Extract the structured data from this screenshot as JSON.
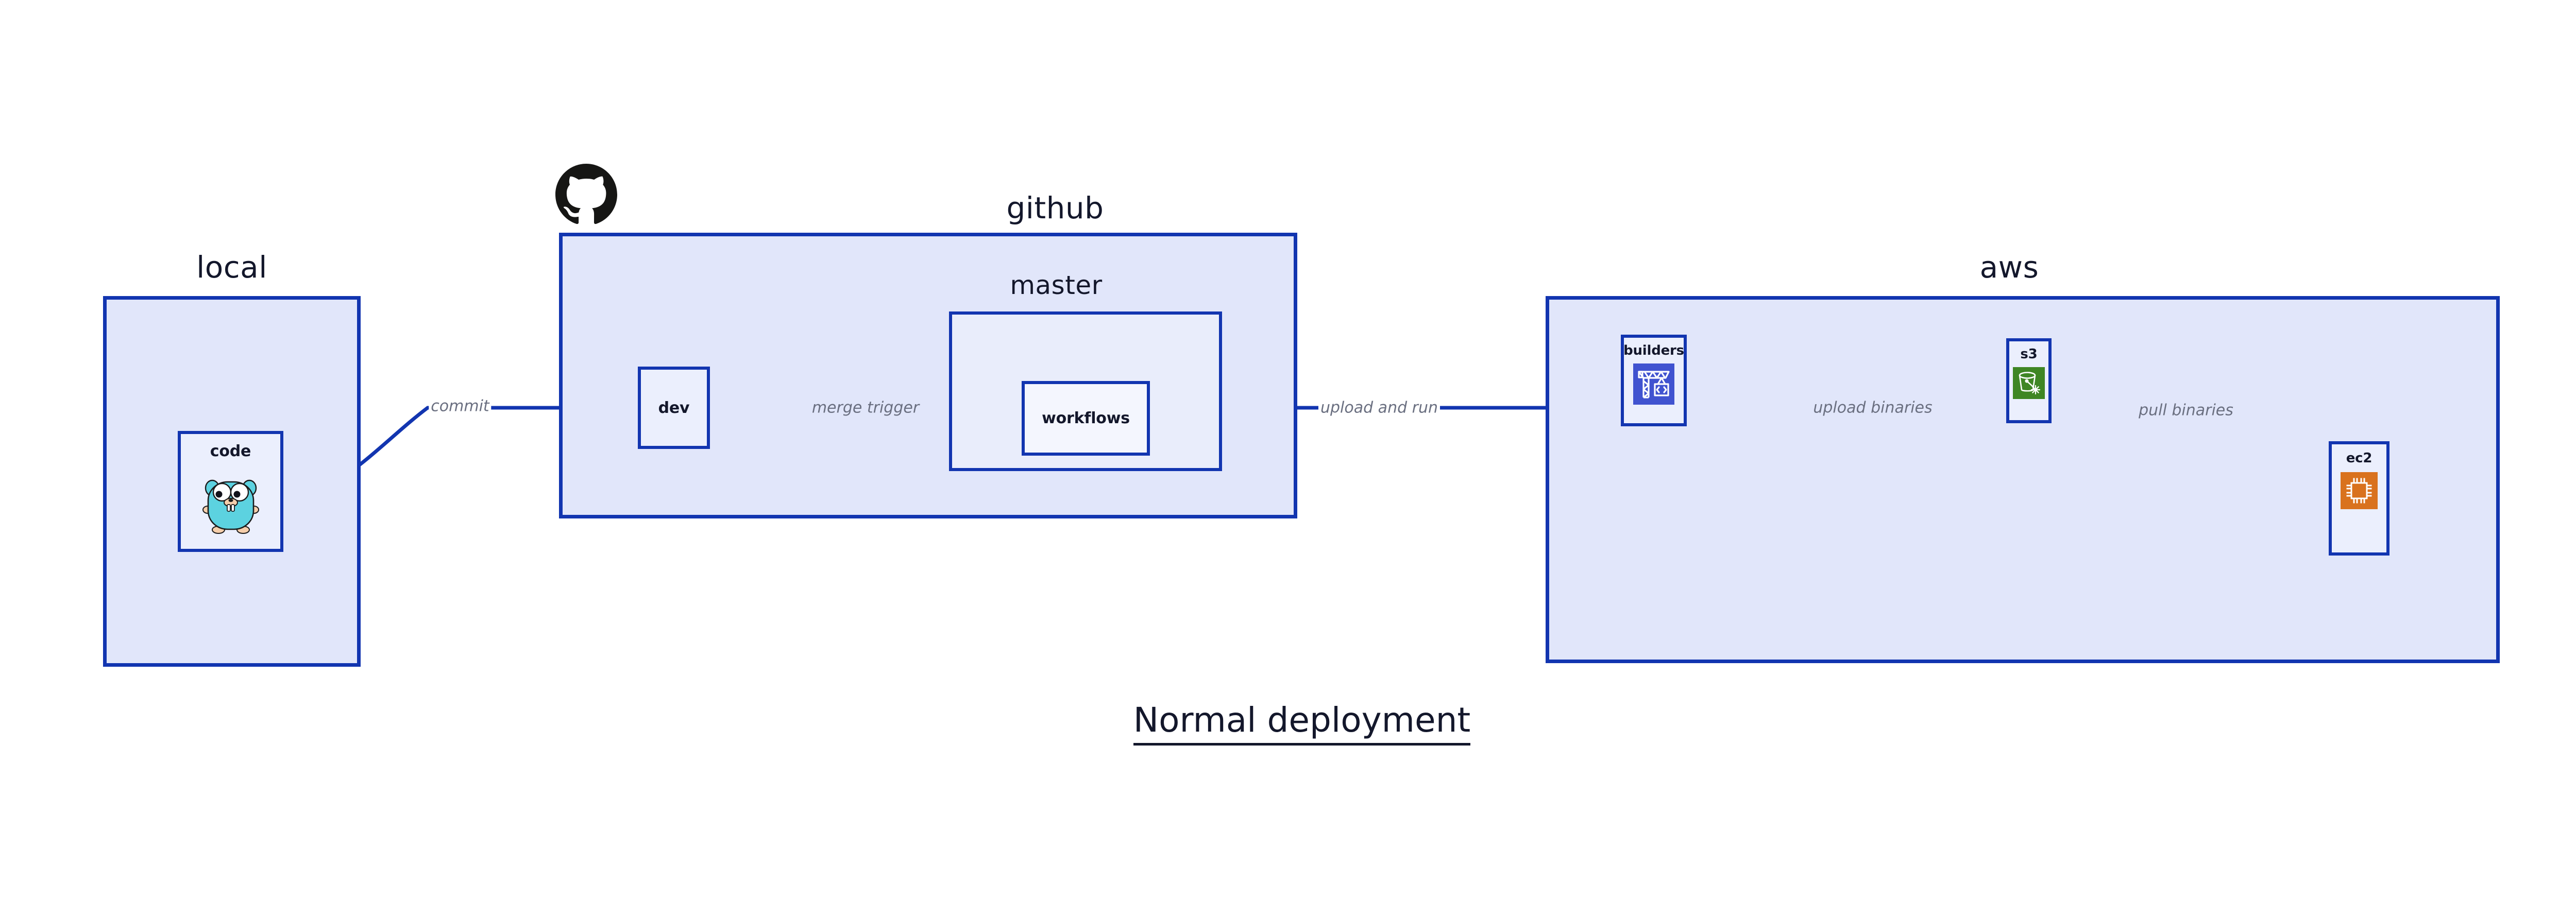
{
  "diagram": {
    "caption": "Normal deployment",
    "accent_color": "#1235b0",
    "group_fill": "#e1e6fa",
    "subgroup_fill": "#e9edfb",
    "node_fill": "#ebeffd",
    "node_fill_plain": "#f4f6fe",
    "label_color": "#6a6f80",
    "text_color": "#13172b"
  },
  "groups": [
    {
      "id": "local",
      "label": "local"
    },
    {
      "id": "github",
      "label": "github"
    },
    {
      "id": "aws",
      "label": "aws"
    }
  ],
  "subgroups": [
    {
      "id": "master",
      "label": "master",
      "parent": "github"
    }
  ],
  "nodes": [
    {
      "id": "code",
      "label": "code",
      "parent": "local",
      "icon": "go-gopher-icon",
      "icon_color": "#5cd2e0"
    },
    {
      "id": "dev",
      "label": "dev",
      "parent": "github",
      "icon": "none"
    },
    {
      "id": "workflows",
      "label": "workflows",
      "parent": "master",
      "icon": "none"
    },
    {
      "id": "builders",
      "label": "builders",
      "parent": "aws",
      "icon": "aws-codebuild-crane-icon",
      "icon_color": "#4053d0"
    },
    {
      "id": "s3",
      "label": "s3",
      "parent": "aws",
      "icon": "aws-s3-glacier-bucket-icon",
      "icon_color": "#3f8624"
    },
    {
      "id": "ec2",
      "label": "ec2",
      "parent": "aws",
      "icon": "aws-ec2-chip-icon",
      "icon_color": "#d9721e"
    }
  ],
  "edges": [
    {
      "id": "commit",
      "from": "code",
      "to": "dev",
      "label": "commit"
    },
    {
      "id": "merge-trigger",
      "from": "dev",
      "to": "workflows",
      "label": "merge trigger"
    },
    {
      "id": "upload-and-run",
      "from": "workflows",
      "to": "builders",
      "label": "upload and run"
    },
    {
      "id": "upload-binaries",
      "from": "builders",
      "to": "s3",
      "label": "upload binaries"
    },
    {
      "id": "pull-binaries",
      "from": "s3",
      "to": "ec2",
      "label": "pull binaries"
    }
  ],
  "logos": [
    {
      "id": "github-octocat",
      "name": "github-octocat-logo",
      "color": "#161614"
    }
  ]
}
